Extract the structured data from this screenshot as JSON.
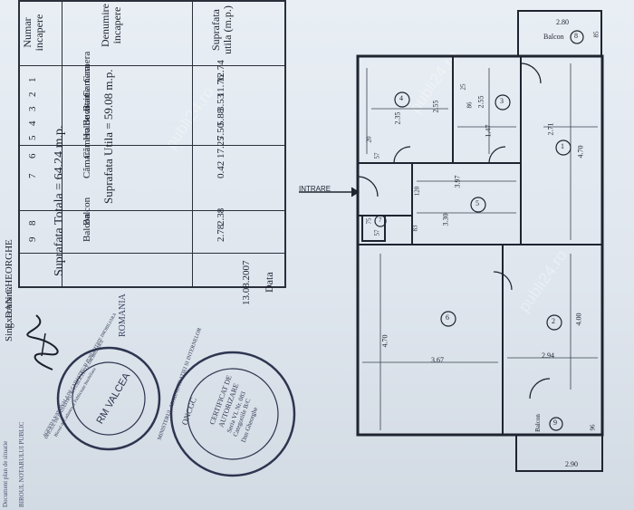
{
  "table": {
    "col_number": "Numar incapere",
    "col_name": "Denumire incapere",
    "col_area": "Suprafata utila (m.p.)",
    "rows": [
      {
        "no": "1",
        "name": "Camera",
        "area": "12.74"
      },
      {
        "no": "2",
        "name": "Camera",
        "area": "11.76"
      },
      {
        "no": "3",
        "name": "Baie",
        "area": "3.53"
      },
      {
        "no": "4",
        "name": "Bucatarie",
        "area": "5.88"
      },
      {
        "no": "5",
        "name": "Hol",
        "area": "7.50"
      },
      {
        "no": "6",
        "name": "Camera de zi",
        "area": "17.25"
      },
      {
        "no": "7",
        "name": "Cămară",
        "area": "0.42"
      }
    ],
    "useful_area": "Suprafata Utila = 59.08 m.p.",
    "balcony_rows": [
      {
        "no": "8",
        "name": "Balcon",
        "area": "2.38"
      },
      {
        "no": "9",
        "name": "Balcon",
        "area": "2.78"
      }
    ],
    "total_area": "Suprafata Totala = 64.24 m.p.",
    "executant_label": "Executant:",
    "executant_name": "Sing. DAN GHEORGHE",
    "date_label": "Data",
    "date_value": "13.08.2007"
  },
  "plan": {
    "entrance": "INTRARE",
    "dims": {
      "balcony8_w": "2.80",
      "balcony8_d": "85",
      "balcony8_label": "Balcon",
      "r4_w": "2.35",
      "r4_h": "2.55",
      "r4_a": "20",
      "r4_b": "57",
      "r3_w": "1.47",
      "r3_h": "2.55",
      "r3_a": "25",
      "r3_b": "86",
      "r1_w": "2.71",
      "r1_h": "4.70",
      "hall_w": "3.97",
      "hall_w2": "3.30",
      "hall_a": "120",
      "hall_b": "83",
      "r7_a": "75",
      "r7_b": "57",
      "r6_h": "4.70",
      "r6_w": "3.67",
      "r2_h": "4.00",
      "r2_w": "2.94",
      "balcony9_w": "2.90",
      "balcony9_d": "96",
      "balcony9_label": "Balcon"
    },
    "room_numbers": [
      "1",
      "2",
      "3",
      "4",
      "5",
      "6",
      "7",
      "8",
      "9"
    ]
  },
  "stamps": {
    "agency": "AGENTIA NATIONALA DE CADASTRU SI PUBLICITATE IMOBILIARA",
    "agency_office": "OFICIUL DE CADASTRU SI PUBLICITATE IMOBILIARA",
    "agency_bureau": "Biroul de Cadastru si Publicitate Imobiliara",
    "agency_city": "RM VALCEA",
    "ministry_ring": "MINISTERUL ADMINISTRATIEI SI INTERNELOR",
    "certificate_1": "CERTIFICAT DE",
    "certificate_2": "AUTORIZARE",
    "certificate_series": "Seria VL Nr. 083",
    "certificate_category": "Categoriile B/C",
    "certificate_person": "Dan Gheorghe",
    "certificate_org": "ONCGC",
    "bottom_header": "ROMANIA",
    "bottom_bureau": "BIROUL NOTARULUI PUBLIC",
    "bottom_note": "Document plan de situatie"
  },
  "watermark": "publi24.ro"
}
